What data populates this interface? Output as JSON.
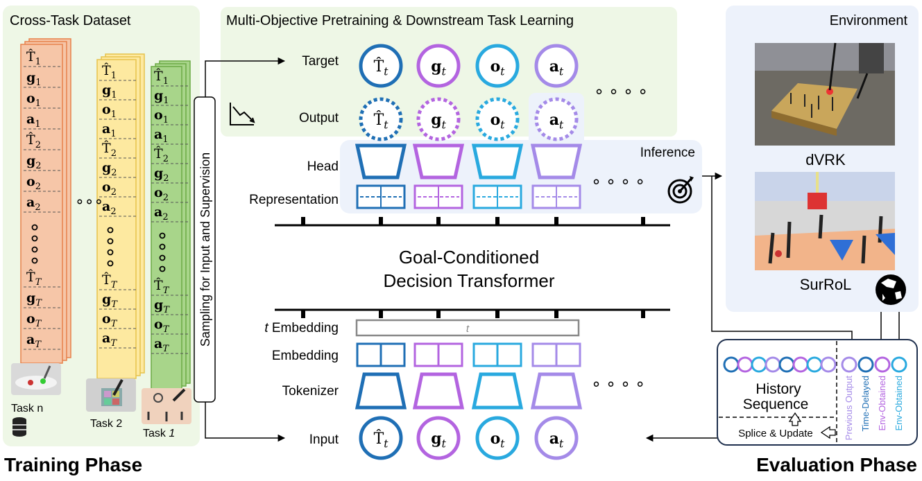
{
  "sections": {
    "dataset_title": "Cross-Task Dataset",
    "pretraining_title": "Multi-Objective Pretraining & Downstream Task Learning",
    "environment_title": "Environment",
    "training_phase": "Training Phase",
    "evaluation_phase": "Evaluation Phase"
  },
  "tasks": [
    {
      "label": "Task n",
      "color": "#f6c6a8",
      "stroke": "#e7804a"
    },
    {
      "label": "Task 2",
      "color": "#fde9a0",
      "stroke": "#e6c24a"
    },
    {
      "label": "Task 1",
      "color": "#a8d58a",
      "stroke": "#6aaa44"
    }
  ],
  "dataset_sequence": [
    "T̂₁",
    "g₁",
    "o₁",
    "a₁",
    "T̂₂",
    "g₂",
    "o₂",
    "a₂"
  ],
  "dataset_sequence_end": [
    "T̂_T",
    "g_T",
    "o_T",
    "a_T"
  ],
  "sampling_label": "Sampling for Input and Supervision",
  "rows": {
    "target": "Target",
    "output": "Output",
    "head": "Head",
    "representation": "Representation",
    "t_embedding": "t Embedding",
    "embedding": "Embedding",
    "tokenizer": "Tokenizer",
    "input": "Input"
  },
  "tokens": [
    {
      "sym": "T̂",
      "bold": false,
      "color": "#1f6fb5"
    },
    {
      "sym": "g",
      "bold": true,
      "color": "#b364e0"
    },
    {
      "sym": "o",
      "bold": true,
      "color": "#29a9df"
    },
    {
      "sym": "a",
      "bold": true,
      "color": "#a48ae8"
    }
  ],
  "token_subscript": "t",
  "t_embedding_symbol": "t",
  "inference_label": "Inference",
  "transformer_title": [
    "Goal-Conditioned",
    "Decision Transformer"
  ],
  "env_labels": [
    "dVRK",
    "SurRoL"
  ],
  "history_label": [
    "History",
    "Sequence"
  ],
  "splice_label": "Splice & Update",
  "history_columns": [
    {
      "label": "Previous Output",
      "color": "#a48ae8"
    },
    {
      "label": "Time-Delayed",
      "color": "#1f6fb5"
    },
    {
      "label": "Env-Obtained",
      "color": "#b364e0"
    },
    {
      "label": "Env-Obtained",
      "color": "#29a9df"
    }
  ]
}
